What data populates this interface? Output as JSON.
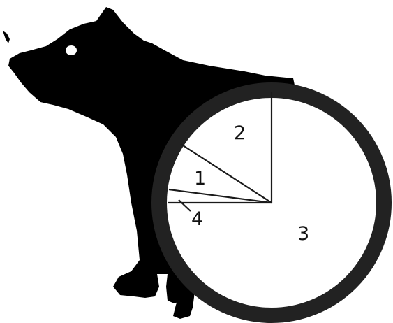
{
  "colors": {
    "silhouette": "#000000",
    "eye": "#ffffff",
    "ring": "#222222",
    "face": "#ffffff",
    "lines": "#1a1a1a"
  },
  "icons": {
    "animal": "bear-silhouette"
  },
  "diagram": {
    "slices": [
      {
        "label": "1"
      },
      {
        "label": "2"
      },
      {
        "label": "3"
      },
      {
        "label": "4"
      }
    ]
  }
}
